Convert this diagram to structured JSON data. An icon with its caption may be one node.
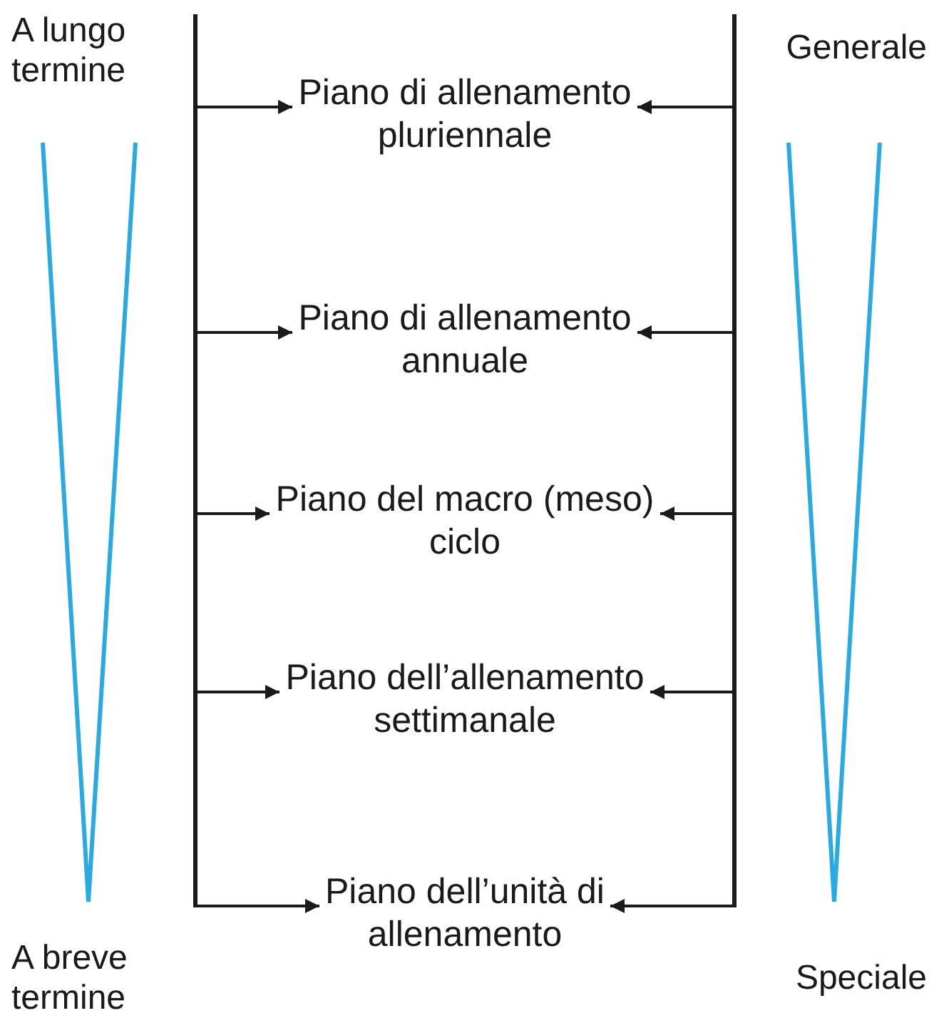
{
  "diagram": {
    "nodes": [
      {
        "text": [
          "Piano di allenamento pluriennale"
        ]
      },
      {
        "text": [
          "Piano di allenamento annuale"
        ]
      },
      {
        "text": [
          "Piano del macro (meso) ciclo"
        ]
      },
      {
        "text": [
          "Piano dell’allenamento settimanale"
        ]
      },
      {
        "text": [
          "Piano dell’unità di allenamento"
        ]
      },
      {
        "text": [],
        "shape": "bar"
      },
      {
        "text": [],
        "shape": "bar"
      }
    ],
    "edges": [
      {
        "from": 5,
        "to": 0,
        "arrow": "to"
      },
      {
        "from": 6,
        "to": 0,
        "arrow": "to"
      },
      {
        "from": 5,
        "to": 1,
        "arrow": "to"
      },
      {
        "from": 6,
        "to": 1,
        "arrow": "to"
      },
      {
        "from": 5,
        "to": 2,
        "arrow": "to"
      },
      {
        "from": 6,
        "to": 2,
        "arrow": "to"
      },
      {
        "from": 5,
        "to": 3,
        "arrow": "to"
      },
      {
        "from": 6,
        "to": 3,
        "arrow": "to"
      },
      {
        "from": 5,
        "to": 4,
        "arrow": "to"
      },
      {
        "from": 6,
        "to": 4,
        "arrow": "to"
      }
    ],
    "labels": [
      "A lungo termine",
      "Generale",
      "A breve termine",
      "Speciale"
    ]
  }
}
